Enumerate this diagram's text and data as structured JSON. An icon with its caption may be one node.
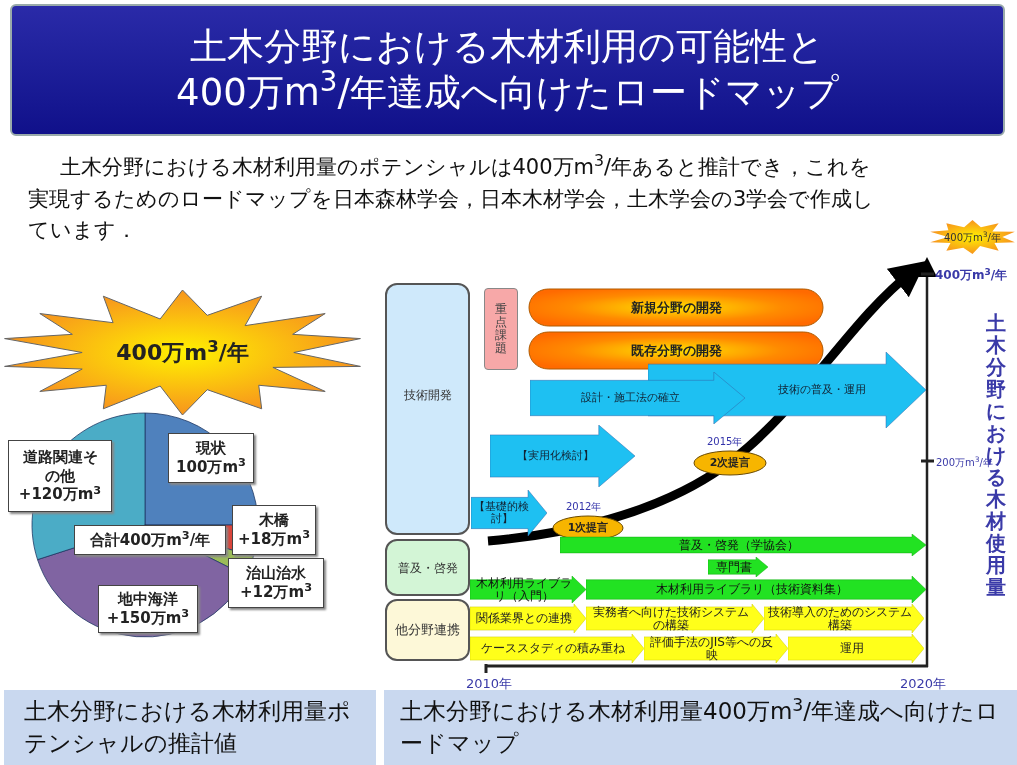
{
  "diagram": {
    "title": "土木分野における木材利用の可能性と400万m$^{3}$/年達成へ向けたロードマップ",
    "nodes": [
      {
        "text": [
          "400万m$^{3}$/年"
        ]
      },
      {
        "text": [
          "道路関連その他",
          "+120万m$^{3}$"
        ]
      },
      {
        "text": [
          "現状",
          "100万m$^{3}$"
        ]
      },
      {
        "text": [
          "合計400万m$^{3}$/年"
        ]
      },
      {
        "text": [
          "木橋",
          "+18万m$^{3}$"
        ]
      },
      {
        "text": [
          "治山治水",
          "+12万m$^{3}$"
        ]
      },
      {
        "text": [
          "地中海洋",
          "+150万m$^{3}$"
        ]
      },
      {
        "text": [
          "技術開発"
        ]
      },
      {
        "text": [
          "重点課題"
        ]
      },
      {
        "text": [
          "新規分野の開発"
        ]
      },
      {
        "text": [
          "既存分野の開発"
        ]
      },
      {
        "text": [
          "【基礎的検討】"
        ]
      },
      {
        "text": [
          "【実用化検討】"
        ]
      },
      {
        "text": [
          "設計・施工法の確立"
        ]
      },
      {
        "text": [
          "技術の普及・運用"
        ]
      },
      {
        "text": [
          "1次提言"
        ],
        "beside": [
          "2012年"
        ]
      },
      {
        "text": [
          "2次提言"
        ],
        "beside": [
          "2015年"
        ]
      },
      {
        "text": [
          "普及・啓発"
        ]
      },
      {
        "text": [
          "普及・啓発（学協会）"
        ]
      },
      {
        "text": [
          "専門書"
        ]
      },
      {
        "text": [
          "木材利用ライブラリ（入門）"
        ]
      },
      {
        "text": [
          "木材利用ライブラリ（技術資料集）"
        ]
      },
      {
        "text": [
          "他分野連携"
        ]
      },
      {
        "text": [
          "関係業界との連携"
        ]
      },
      {
        "text": [
          "実務者へ向けた技術システムの構築"
        ]
      },
      {
        "text": [
          "技術導入のためのシステム構築"
        ]
      },
      {
        "text": [
          "ケーススタディの積み重ね"
        ]
      },
      {
        "text": [
          "評価手法のJIS等への反映"
        ]
      },
      {
        "text": [
          "運用"
        ]
      },
      {
        "text": [
          "400万m$^{3}$/年"
        ]
      }
    ],
    "labels": [
      "土木分野における木材利用量のポテンシャルは400万m$^{3}$/年あると推計でき，これを実現するためのロードマップを日本森林学会，日本木材学会，土木学会の3学会で作成しています．",
      "400万m$^{3}$/年",
      "200万m$^{3}$/年",
      "土木分野における木材使用量",
      "2010年",
      "2020年",
      "土木分野における木材利用量ポテンシャルの推計値",
      "土木分野における木材利用量400万m$^{3}$/年達成へ向けたロードマップ"
    ]
  }
}
